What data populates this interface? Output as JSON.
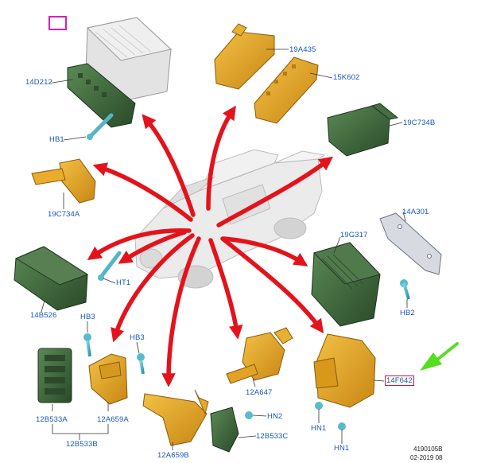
{
  "labels": {
    "l_14D212": "14D212",
    "l_HB1": "HB1",
    "l_19A435": "19A435",
    "l_15K602": "15K602",
    "l_19C734B": "19C734B",
    "l_19C734A": "19C734A",
    "l_14A301": "14A301",
    "l_19G317": "19G317",
    "l_HB2": "HB2",
    "l_HT1": "HT1",
    "l_14B526": "14B526",
    "l_HB3a": "HB3",
    "l_HB3b": "HB3",
    "l_12B533A": "12B533A",
    "l_12A659A": "12A659A",
    "l_12B533B": "12B533B",
    "l_12A647": "12A647",
    "l_14F642": "14F642",
    "l_HN2": "HN2",
    "l_12B533C": "12B533C",
    "l_12A659B": "12A659B",
    "l_HN1a": "HN1",
    "l_HN1b": "HN1"
  },
  "reference": {
    "code": "4190105B",
    "date": "02-2019 08"
  },
  "colors": {
    "component_orange": "#e3a325",
    "component_green": "#3d6b3c",
    "arrow_red": "#e4131b",
    "highlight_arrow_green": "#55dd22",
    "label_blue": "#1a58b8",
    "zoom_icon_magenta": "#d51fc0"
  },
  "icons": {
    "zoom": "zoom-icon"
  }
}
